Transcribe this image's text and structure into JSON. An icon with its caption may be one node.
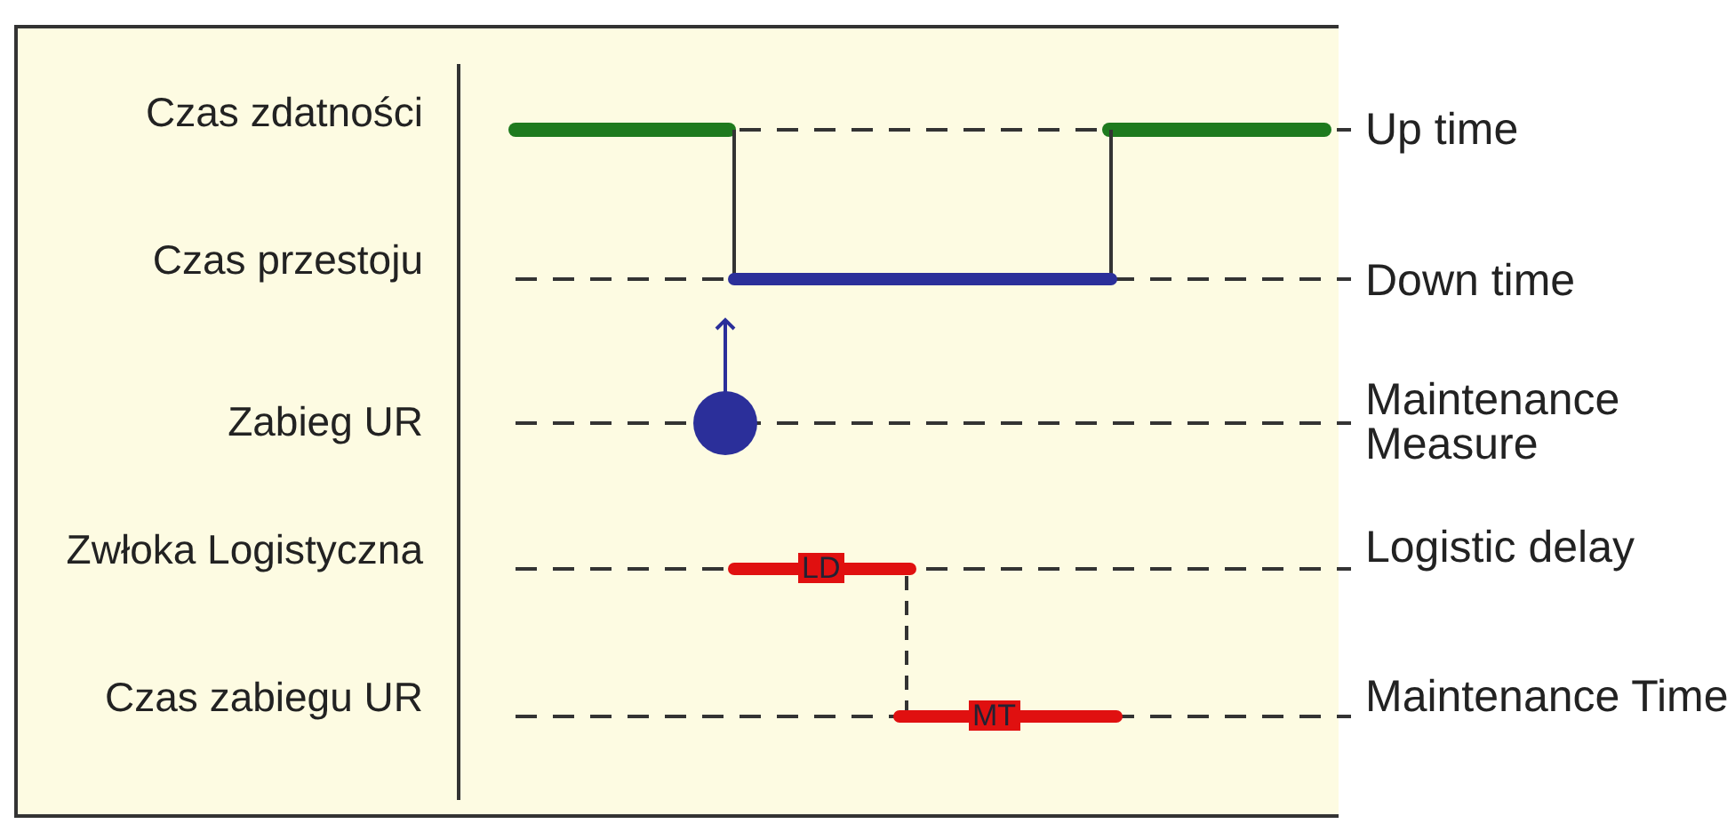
{
  "diagram": {
    "labels": [
      "Czas zdatności",
      "Up time",
      "Czas przestoju",
      "Down time",
      "Zabieg UR",
      "Maintenance Measure",
      "Zwłoka Logistyczna",
      "LD",
      "Logistic delay",
      "Czas zabiegu UR",
      "MT",
      "Maintenance Time"
    ]
  }
}
